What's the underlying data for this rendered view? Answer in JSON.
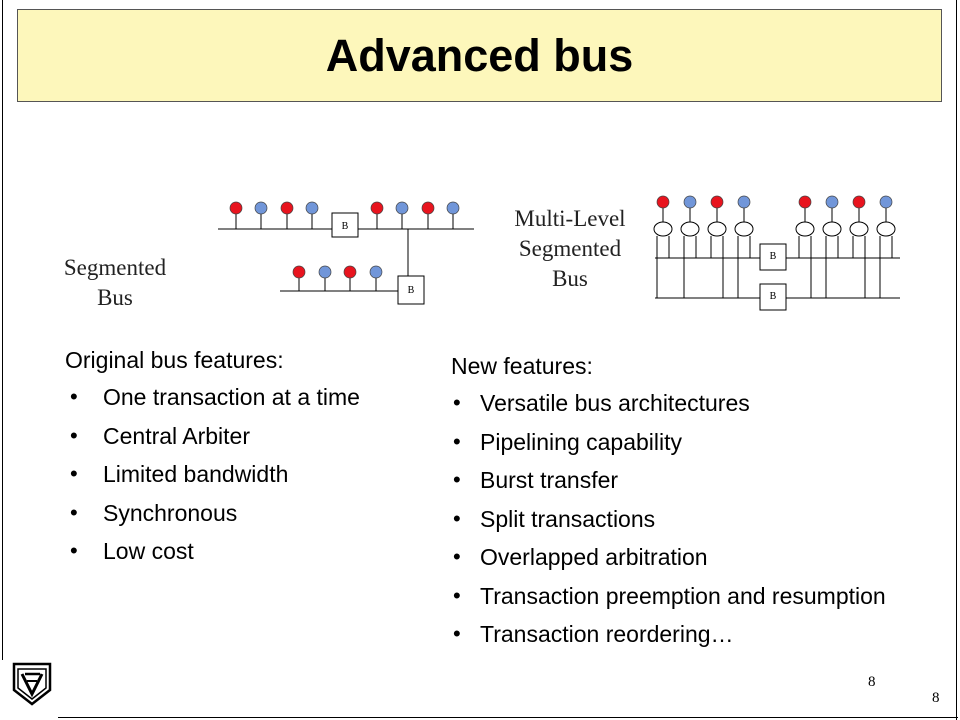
{
  "slide": {
    "title": "Advanced bus",
    "page_number_inner": "8",
    "page_number_outer": "8"
  },
  "diagrams": {
    "segmented": {
      "label_line1": "Segmented",
      "label_line2": "Bus",
      "bridge_label": "B"
    },
    "multilevel": {
      "label_line1": "Multi-Level",
      "label_line2": "Segmented",
      "label_line3": "Bus",
      "bridge_label": "B"
    }
  },
  "original_features": {
    "heading": "Original bus features:",
    "items": [
      "One transaction at a time",
      "Central Arbiter",
      "Limited bandwidth",
      "Synchronous",
      "Low cost"
    ]
  },
  "new_features": {
    "heading": "New features:",
    "items": [
      "Versatile bus architectures",
      "Pipelining capability",
      "Burst transfer",
      "Split transactions",
      "Overlapped arbitration",
      "Transaction preemption and resumption",
      "Transaction reordering…"
    ]
  },
  "colors": {
    "title_bg": "#fdf7bb",
    "node_red": "#e8141e",
    "node_blue": "#7196d9"
  },
  "icons": {
    "bullet": "•",
    "logo": "technion-logo-icon"
  }
}
